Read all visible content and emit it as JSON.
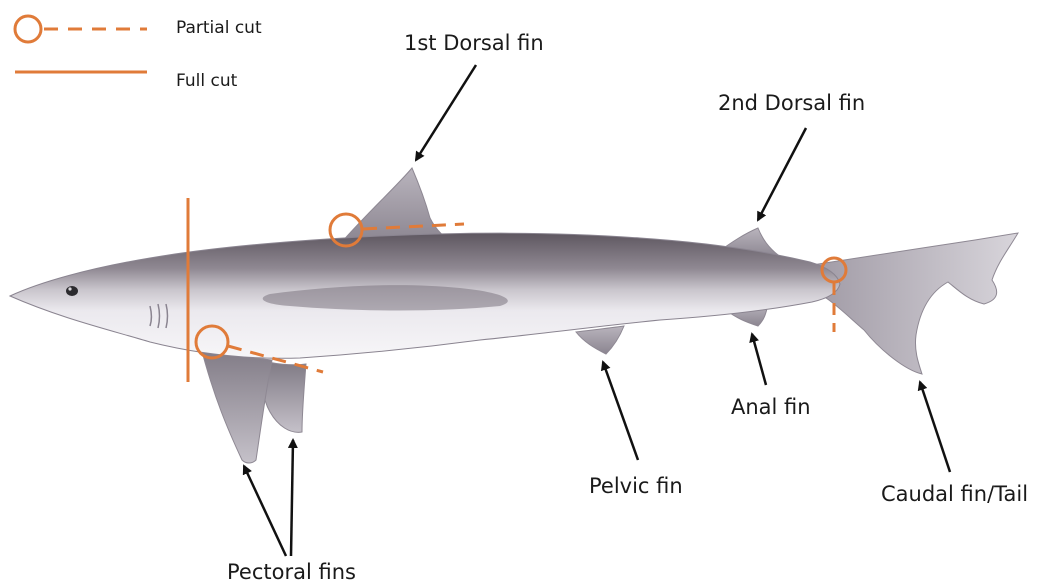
{
  "legend": {
    "partial_cut": "Partial cut",
    "full_cut": "Full cut"
  },
  "labels": {
    "first_dorsal_fin": "1st Dorsal fin",
    "second_dorsal_fin": "2nd Dorsal fin",
    "anal_fin": "Anal fin",
    "pelvic_fin": "Pelvic fin",
    "caudal_fin": "Caudal fin/Tail",
    "pectoral_fins": "Pectoral fins"
  },
  "colors": {
    "cut_marker": "#e07b39",
    "arrow": "#111111",
    "shark_dark": "#6f6872",
    "shark_mid": "#a9a4ad",
    "shark_belly": "#f3f2f4"
  },
  "icons": {
    "partial_cut_symbol": "circle-with-dashed-line",
    "full_cut_symbol": "solid-line"
  }
}
